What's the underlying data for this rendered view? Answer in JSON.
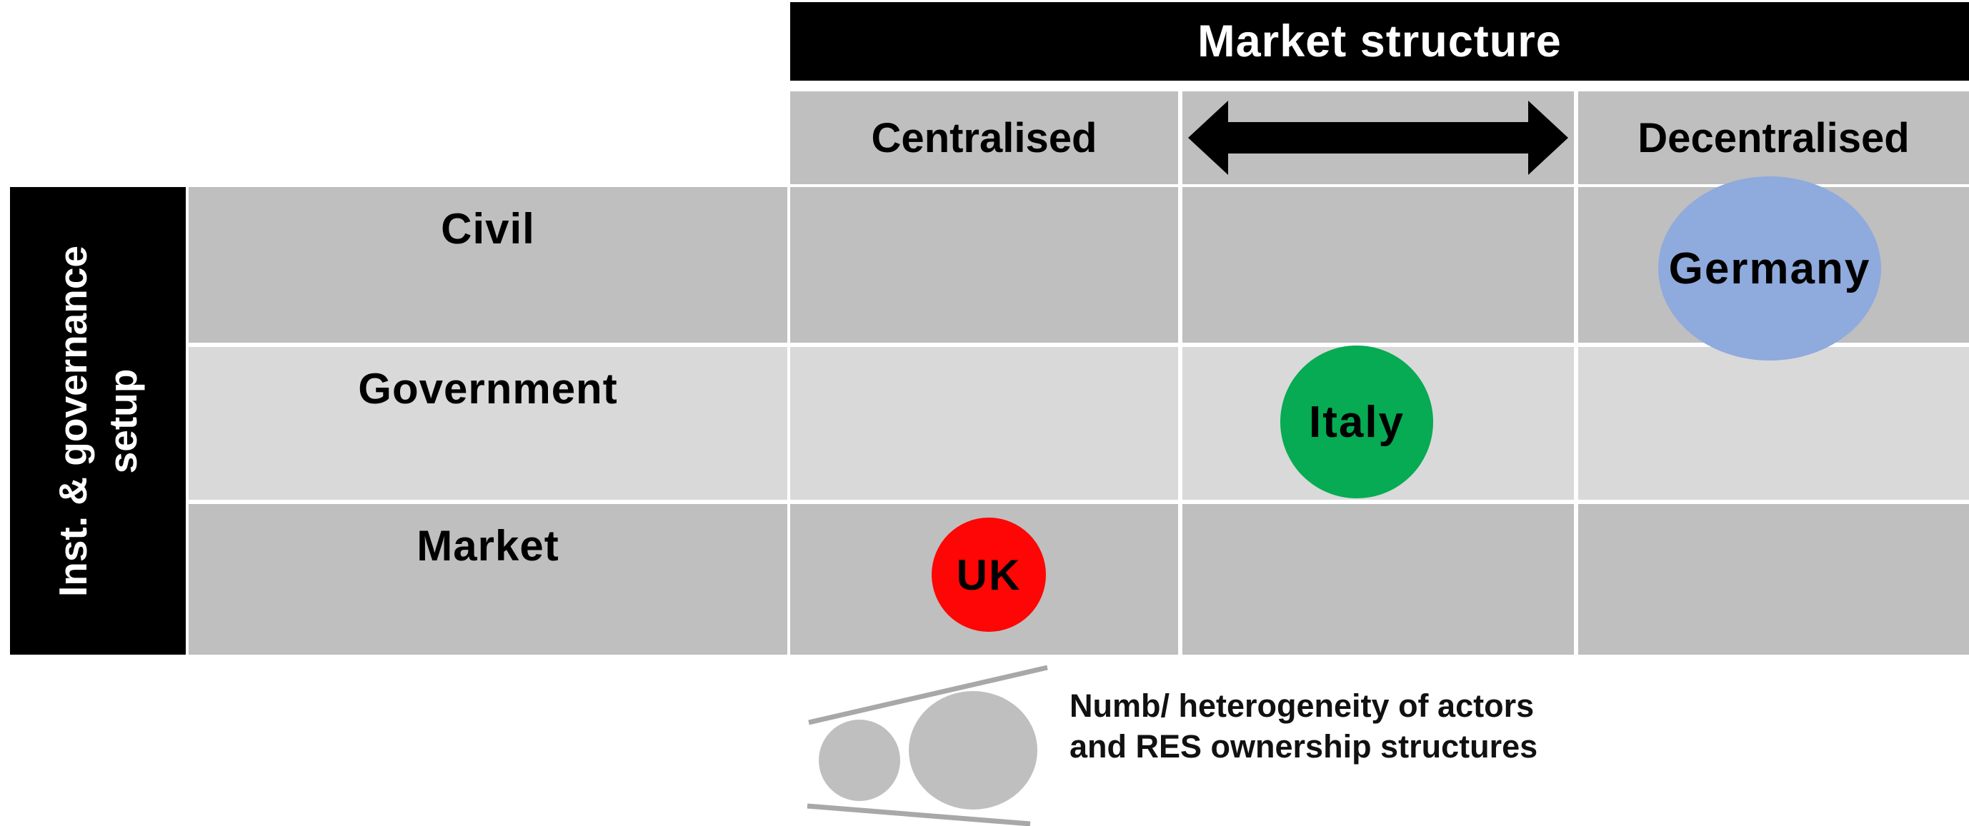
{
  "header": {
    "title": "Market structure",
    "columns": {
      "left": "Centralised",
      "middle": "",
      "right": "Decentralised"
    }
  },
  "y_axis": {
    "label_line1": "Inst. & governance",
    "label_line2": "setup"
  },
  "rows": [
    {
      "label": "Civil",
      "bg": "#bfbfbf"
    },
    {
      "label": "Government",
      "bg": "#d9d9d9"
    },
    {
      "label": "Market",
      "bg": "#bfbfbf"
    }
  ],
  "bubbles": [
    {
      "label": "Germany",
      "color": "#8faadc",
      "row": "Civil",
      "column": "Decentralised"
    },
    {
      "label": "Italy",
      "color": "#06ab53",
      "row": "Government",
      "column": "between Centralised and Decentralised"
    },
    {
      "label": "UK",
      "color": "#fe0606",
      "row": "Market",
      "column": "Centralised"
    }
  ],
  "legend": {
    "line1": "Numb/ heterogeneity of actors",
    "line2": "and RES ownership structures"
  },
  "colors": {
    "cell_medium": "#bfbfbf",
    "cell_light": "#d9d9d9",
    "axis_bar": "#000000",
    "header_text": "#ffffff",
    "legend_shape_gray": "#bfbfbf",
    "legend_line_gray": "#a8a8a8"
  }
}
